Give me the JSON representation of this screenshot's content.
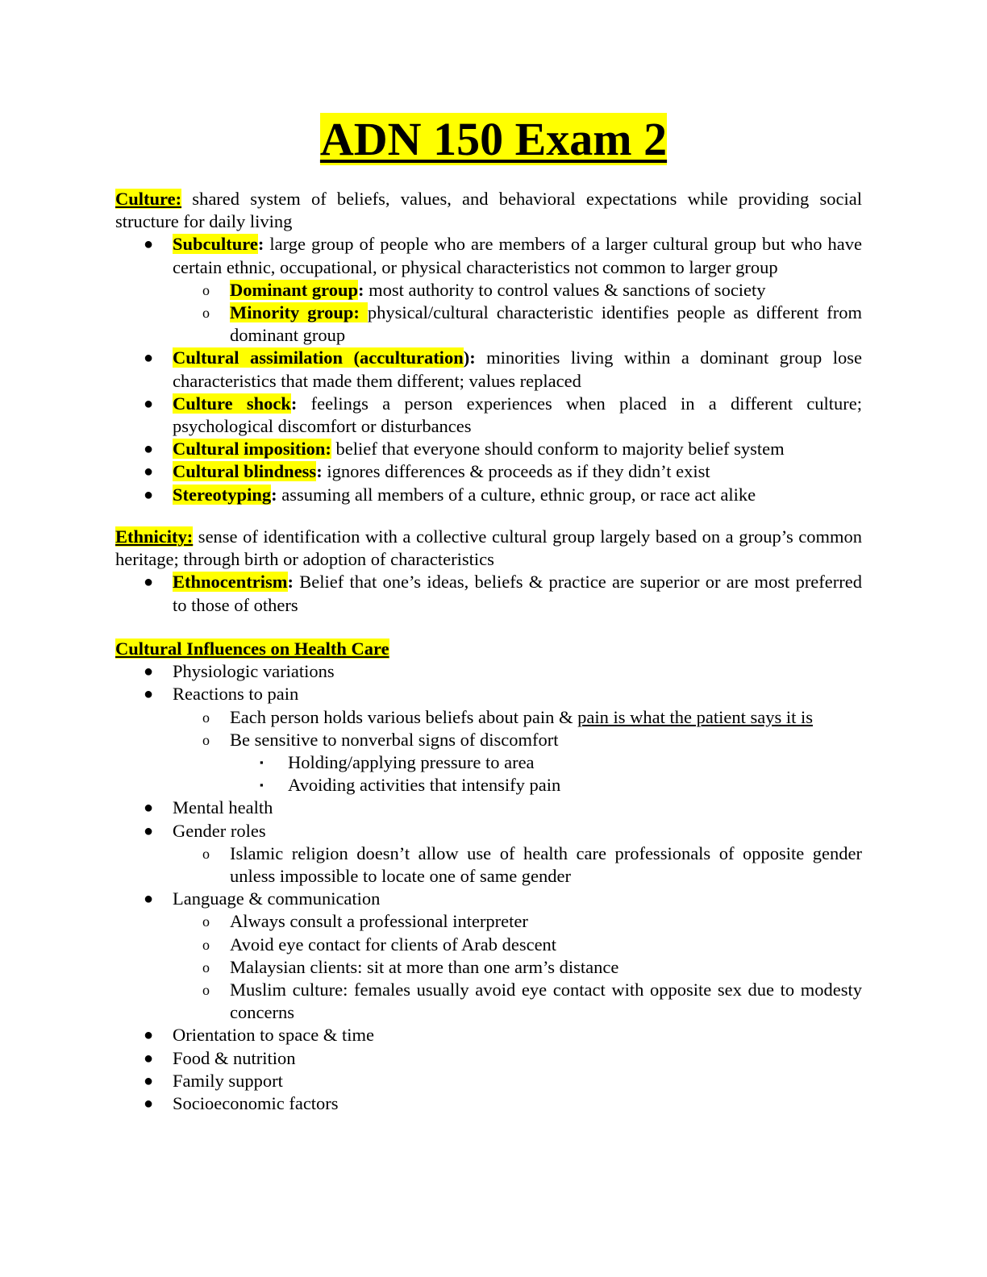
{
  "title": "ADN 150 Exam 2",
  "colors": {
    "highlight": "#ffff00"
  },
  "sections": [
    {
      "heading": "Culture:",
      "heading_underline": true,
      "text": " shared system of beliefs, values, and behavioral expectations while providing social structure for daily living",
      "items": [
        {
          "term": "Subculture",
          "punct": ":",
          "text": " large group of people who are members of a larger cultural group but who have certain ethnic, occupational, or physical characteristics not common to larger group",
          "children": [
            {
              "term": "Dominant group",
              "punct": ":",
              "text": " most authority to control values & sanctions of society"
            },
            {
              "term": "Minority group: ",
              "punct": "",
              "text": "physical/cultural characteristic identifies people as different from dominant group"
            }
          ]
        },
        {
          "term": "Cultural assimilation (acculturation",
          "punct": "):",
          "text": " minorities living within a dominant group lose characteristics that made them different; values replaced"
        },
        {
          "term": "Culture shock",
          "punct": ":",
          "text": " feelings a person experiences when placed in a different culture; psychological discomfort or disturbances"
        },
        {
          "term": "Cultural imposition:",
          "punct": "",
          "text": " belief that everyone should conform to majority belief system"
        },
        {
          "term": "Cultural blindness",
          "punct": ":",
          "text": " ignores differences & proceeds as if they didn’t exist"
        },
        {
          "term": "Stereotyping",
          "punct": ":",
          "text": " assuming all members of a culture, ethnic group, or race act alike"
        }
      ]
    },
    {
      "heading": "Ethnicity:",
      "heading_underline": true,
      "text": " sense of identification with a collective cultural group largely based on a group’s common heritage; through birth or adoption of characteristics",
      "items": [
        {
          "term": "Ethnocentrism",
          "punct": ":",
          "text": " Belief that one’s ideas, beliefs & practice are superior or are most preferred to those of others"
        }
      ]
    },
    {
      "heading": "Cultural Influences on Health Care",
      "heading_underline": true,
      "text": "",
      "items": [
        {
          "text": "Physiologic variations"
        },
        {
          "text": "Reactions to pain",
          "children": [
            {
              "text": "Each person holds various beliefs about pain & ",
              "underline": "pain is what the patient says it is"
            },
            {
              "text": "Be sensitive to nonverbal signs of discomfort",
              "children": [
                {
                  "text": "Holding/applying pressure to area"
                },
                {
                  "text": "Avoiding activities that intensify pain"
                }
              ]
            }
          ]
        },
        {
          "text": "Mental health"
        },
        {
          "text": "Gender roles",
          "children": [
            {
              "text": "Islamic religion doesn’t allow use of health care professionals of opposite gender unless impossible to locate one of same gender"
            }
          ]
        },
        {
          "text": "Language & communication",
          "children": [
            {
              "text": "Always consult a professional interpreter"
            },
            {
              "text": "Avoid eye contact for clients of Arab descent"
            },
            {
              "text": "Malaysian clients: sit at more than one arm’s distance"
            },
            {
              "text": "Muslim culture: females usually avoid eye contact with opposite sex due to modesty concerns"
            }
          ]
        },
        {
          "text": "Orientation to space & time"
        },
        {
          "text": "Food & nutrition"
        },
        {
          "text": "Family support"
        },
        {
          "text": "Socioeconomic factors"
        }
      ]
    }
  ]
}
